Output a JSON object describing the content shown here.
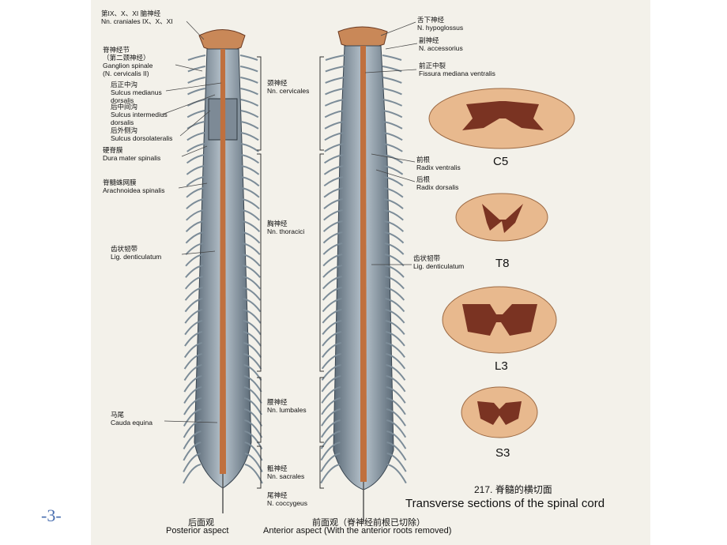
{
  "page_number": "-3-",
  "posterior_labels": [
    {
      "zh": "第IX、X、XI 脑神经",
      "la": "Nn. craniales IX、X、XI"
    },
    {
      "zh": "脊神经节",
      "la": "（第二颈神经）"
    },
    {
      "zh": "Ganglion spinale",
      "la": "(N. cervicalis II)"
    },
    {
      "zh": "后正中沟",
      "la": "Sulcus medianus"
    },
    {
      "zh": "dorsalis",
      "la": ""
    },
    {
      "zh": "后中间沟",
      "la": "Sulcus intermedius"
    },
    {
      "zh": "dorsalis",
      "la": ""
    },
    {
      "zh": "后外侧沟",
      "la": "Sulcus dorsolateralis"
    },
    {
      "zh": "硬脊膜",
      "la": "Dura mater spinalis"
    },
    {
      "zh": "脊髓蛛网膜",
      "la": "Arachnoidea spinalis"
    },
    {
      "zh": "齿状韧带",
      "la": "Lig. denticulatum"
    },
    {
      "zh": "马尾",
      "la": "Cauda equina"
    }
  ],
  "middle_labels": [
    {
      "zh": "颈神经",
      "la": "Nn. cervicales"
    },
    {
      "zh": "胸神经",
      "la": "Nn. thoracici"
    },
    {
      "zh": "腰神经",
      "la": "Nn. lumbales"
    },
    {
      "zh": "骶神经",
      "la": "Nn. sacrales"
    },
    {
      "zh": "尾神经",
      "la": "N. coccygeus"
    }
  ],
  "anterior_labels": [
    {
      "zh": "舌下神经",
      "la": "N. hypoglossus"
    },
    {
      "zh": "副神经",
      "la": "N. accessorius"
    },
    {
      "zh": "前正中裂",
      "la": "Fissura mediana ventralis"
    },
    {
      "zh": "前根",
      "la": "Radix ventralis"
    },
    {
      "zh": "后根",
      "la": "Radix dorsalis"
    },
    {
      "zh": "齿状韧带",
      "la": "Lig. denticulatum"
    }
  ],
  "sections": [
    "C5",
    "T8",
    "L3",
    "S3"
  ],
  "captions": {
    "figure_number_zh": "217. 脊髓的横切面",
    "figure_title_en": "Transverse sections of the spinal cord",
    "posterior_zh": "后面观",
    "posterior_en": "Posterior aspect",
    "anterior_zh": "前面观（脊神经前根已切除）",
    "anterior_en": "Anterior aspect (With the anterior roots removed)"
  },
  "colors": {
    "cord": "#c0703e",
    "dura": "#8a9aaa",
    "section_white": "#e8b98e",
    "section_grey": "#7a3322",
    "page_number": "#4a6fb0"
  }
}
